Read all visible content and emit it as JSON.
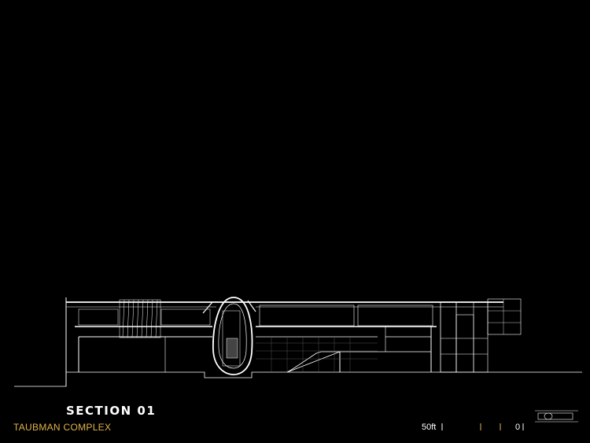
{
  "drawing": {
    "title": "SECTION 01",
    "subtitle": "TAUBMAN COMPLEX",
    "scale": {
      "start_label": "50ft",
      "end_label": "0"
    },
    "colors": {
      "background": "#000000",
      "linework": "#ffffff",
      "accent": "#e0b34a"
    }
  }
}
